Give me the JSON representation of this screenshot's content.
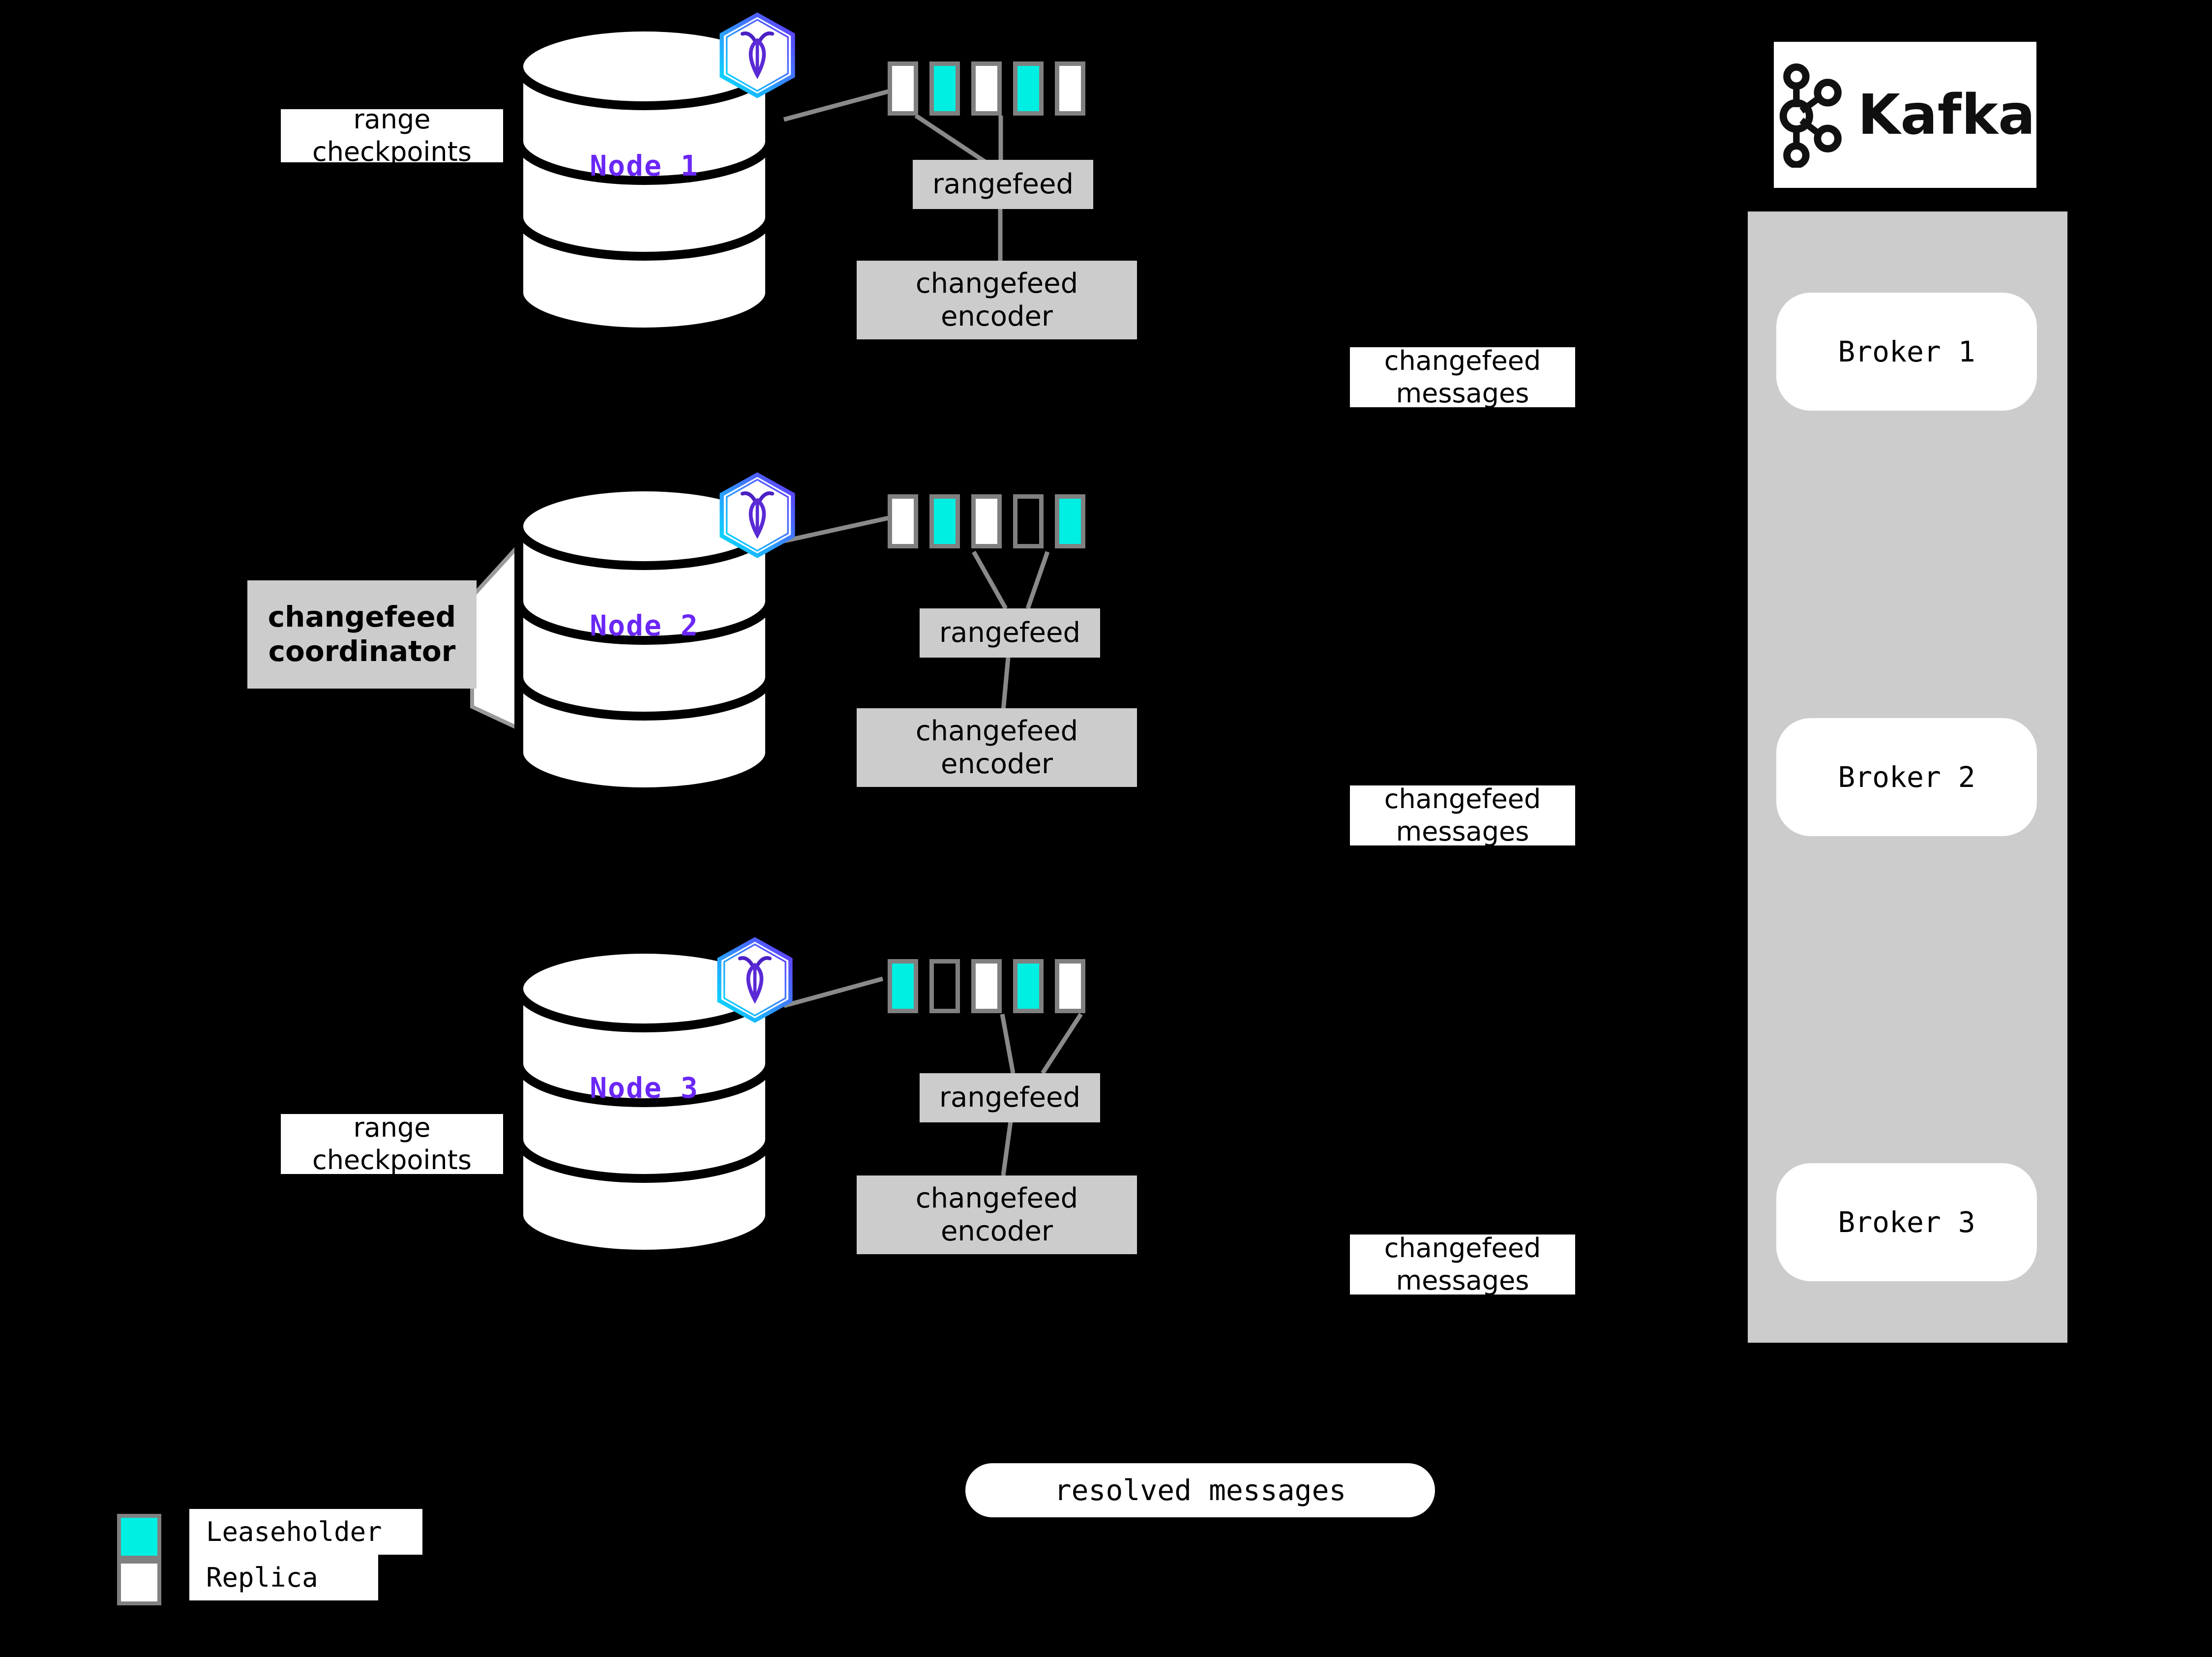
{
  "diagram": {
    "title": "CockroachDB changefeed to Kafka architecture",
    "background_color": "#000000",
    "accent_purple": "#6a27f7",
    "leaseholder_color": "#00efe3",
    "replica_color": "#ffffff",
    "box_gray": "#cccccc",
    "border_gray": "#808080"
  },
  "nodes": [
    {
      "label": "Node 1",
      "logo_icon": "cockroachdb-hex-logo",
      "side_label": {
        "text": "range\ncheckpoints"
      },
      "ranges": [
        {
          "kind": "replica"
        },
        {
          "kind": "leaseholder"
        },
        {
          "kind": "replica"
        },
        {
          "kind": "leaseholder"
        },
        {
          "kind": "replica"
        }
      ],
      "rangefeed_label": "rangefeed",
      "encoder_label": "changefeed\nencoder",
      "messages_label": "changefeed\nmessages"
    },
    {
      "label": "Node 2",
      "logo_icon": "cockroachdb-hex-logo",
      "coordinator_label": "changefeed\ncoordinator",
      "ranges": [
        {
          "kind": "replica"
        },
        {
          "kind": "leaseholder"
        },
        {
          "kind": "replica"
        },
        {
          "kind": "empty"
        },
        {
          "kind": "leaseholder"
        }
      ],
      "rangefeed_label": "rangefeed",
      "encoder_label": "changefeed\nencoder",
      "messages_label": "changefeed\nmessages"
    },
    {
      "label": "Node 3",
      "logo_icon": "cockroachdb-hex-logo",
      "side_label": {
        "text": "range\ncheckpoints"
      },
      "ranges": [
        {
          "kind": "leaseholder"
        },
        {
          "kind": "empty"
        },
        {
          "kind": "replica"
        },
        {
          "kind": "leaseholder"
        },
        {
          "kind": "replica"
        }
      ],
      "rangefeed_label": "rangefeed",
      "encoder_label": "changefeed\nencoder",
      "messages_label": "changefeed\nmessages"
    }
  ],
  "kafka": {
    "logo_icon": "kafka-logo",
    "logo_text": "Kafka",
    "brokers": [
      {
        "label": "Broker 1"
      },
      {
        "label": "Broker 2"
      },
      {
        "label": "Broker 3"
      }
    ]
  },
  "resolved": {
    "label": "resolved messages"
  },
  "legend": {
    "items": [
      {
        "swatch": "leaseholder",
        "label": "Leaseholder",
        "color": "#00efe3"
      },
      {
        "swatch": "replica",
        "label": "Replica",
        "color": "#ffffff"
      }
    ]
  }
}
